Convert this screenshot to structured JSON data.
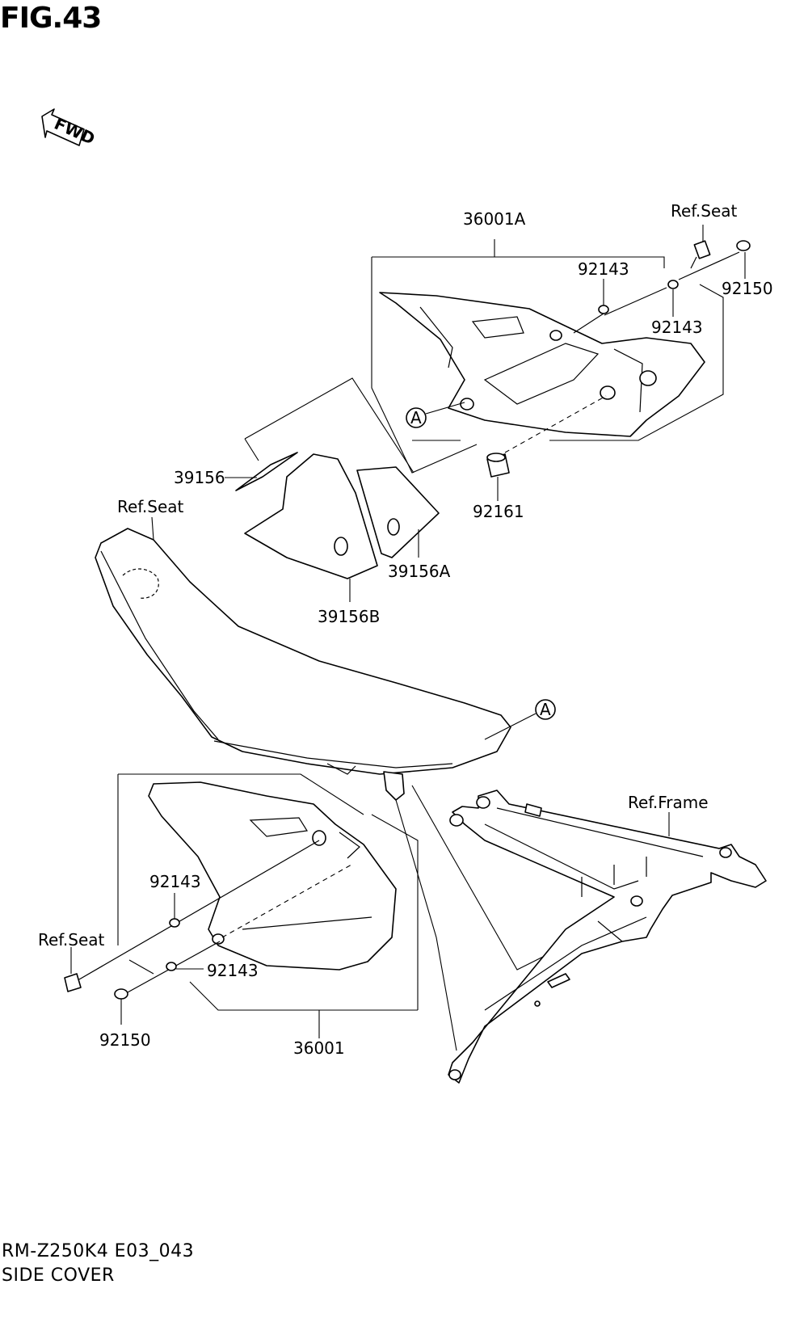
{
  "figure": {
    "title": "FIG.43"
  },
  "fwd_label": "FWD",
  "labels": {
    "p36001A": "36001A",
    "ref_seat_top": "Ref.Seat",
    "p92143_a": "92143",
    "p92150_a": "92150",
    "p92143_b": "92143",
    "p39156": "39156",
    "p92161": "92161",
    "ref_seat_mid": "Ref.Seat",
    "p39156A": "39156A",
    "p39156B": "39156B",
    "callout_a1": "A",
    "callout_a2": "A",
    "ref_frame": "Ref.Frame",
    "p92143_c": "92143",
    "ref_seat_low": "Ref.Seat",
    "p92143_d": "92143",
    "p92150_b": "92150",
    "p36001": "36001"
  },
  "footer": {
    "model_code": "RM-Z250K4 E03_043",
    "section": "SIDE COVER"
  }
}
